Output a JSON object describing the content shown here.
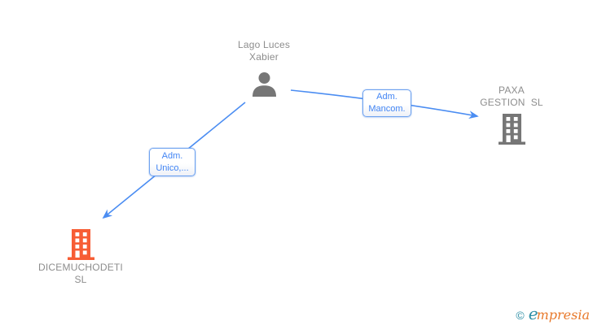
{
  "theme": {
    "edge-blue": "#4b8df2",
    "label-blue": "#4285f4",
    "label-border": "#6ea2f0",
    "node-gray": "#8d8d8d",
    "icon-gray": "#767676",
    "icon-orange": "#f75d35",
    "brand-teal": "#2f8fa6",
    "brand-orange": "#e8792b"
  },
  "diagram": {
    "person": {
      "line1": "Lago Luces",
      "line2": "Xabier"
    },
    "company_paxa": {
      "line1": "PAXA",
      "line2": "GESTION  SL"
    },
    "company_dice": {
      "line1": "DICEMUCHODETI",
      "line2": "SL"
    },
    "edge_mancom": {
      "line1": "Adm.",
      "line2": "Mancom."
    },
    "edge_unico": {
      "line1": "Adm.",
      "line2": "Unico,..."
    },
    "icons": {
      "person": "person-icon",
      "company_paxa": "building-icon",
      "company_dice": "building-icon"
    }
  },
  "footer": {
    "copyright": "©",
    "brand_first": "e",
    "brand_rest": "mpresia"
  }
}
